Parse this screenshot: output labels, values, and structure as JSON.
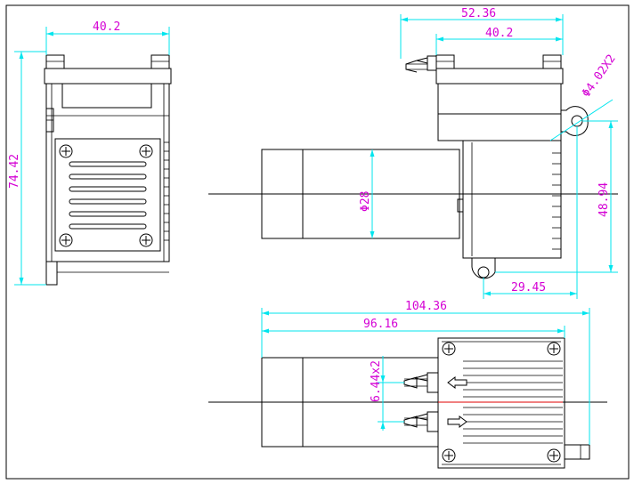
{
  "colors": {
    "outline": "#000000",
    "dimension_line": "#00e5ee",
    "dimension_text": "#d400d4",
    "accent_line": "#e00000"
  },
  "dimensions": {
    "left_width": "40.2",
    "left_height": "74.42",
    "right_total_width": "52.36",
    "right_body_width": "40.2",
    "hole_diameter": "Φ4.02X2",
    "motor_diameter": "Φ28",
    "hole_spacing": "48.94",
    "hole_offset": "29.45",
    "overall_length": "104.36",
    "body_length": "96.16",
    "port_spacing": "6.44x2"
  }
}
